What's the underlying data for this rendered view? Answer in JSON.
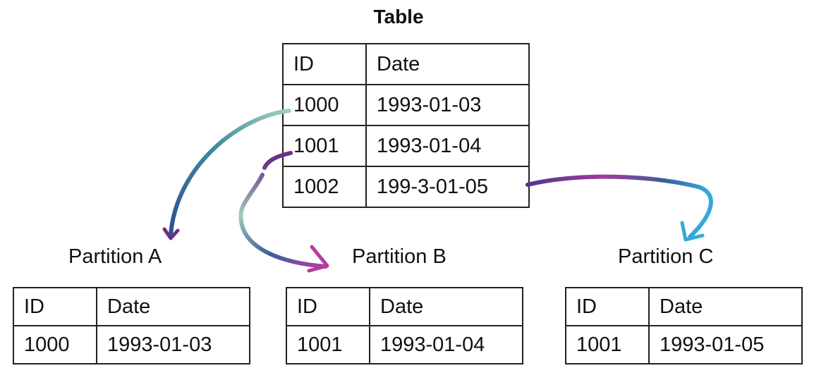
{
  "title": "Table",
  "main_table": {
    "headers": [
      "ID",
      "Date"
    ],
    "rows": [
      [
        "1000",
        "1993-01-03"
      ],
      [
        "1001",
        "1993-01-04"
      ],
      [
        "1002",
        "199-3-01-05"
      ]
    ]
  },
  "partitions": [
    {
      "label": "Partition A",
      "headers": [
        "ID",
        "Date"
      ],
      "row": [
        "1000",
        "1993-01-03"
      ]
    },
    {
      "label": "Partition B",
      "headers": [
        "ID",
        "Date"
      ],
      "row": [
        "1001",
        "1993-01-04"
      ]
    },
    {
      "label": "Partition C",
      "headers": [
        "ID",
        "Date"
      ],
      "row": [
        "1001",
        "1993-01-05"
      ]
    }
  ],
  "colors": {
    "arrow_teal": "#8fc7b4",
    "arrow_blue": "#2f5f96",
    "arrow_purple": "#7a3c8c",
    "arrow_magenta": "#b0399b",
    "arrow_cyan": "#3ba6d6"
  }
}
